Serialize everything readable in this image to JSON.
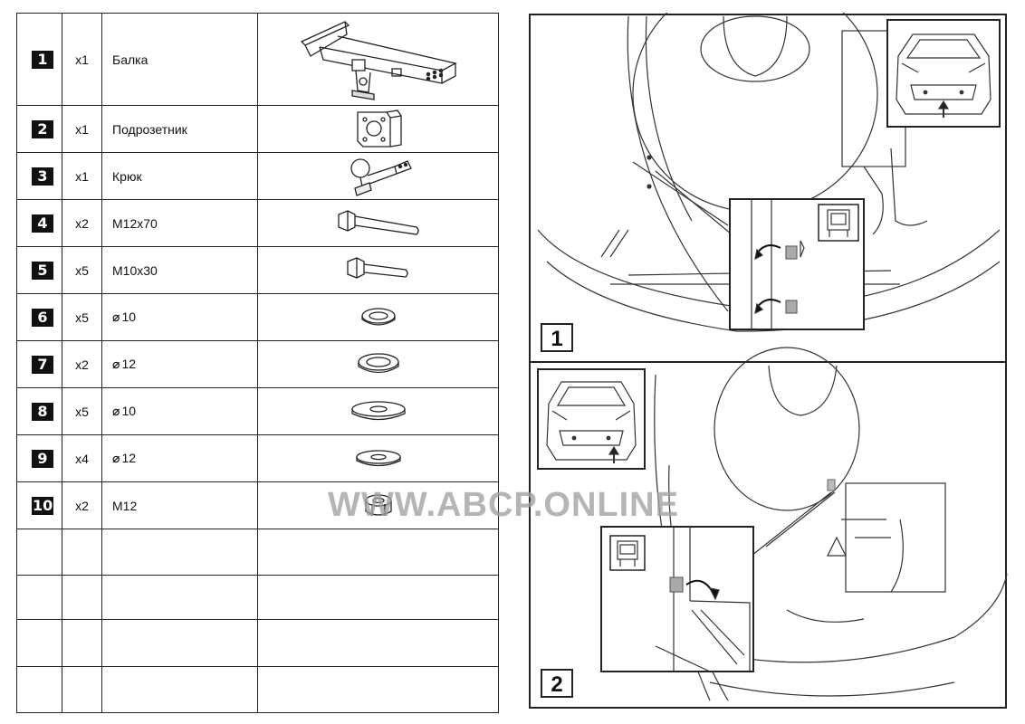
{
  "parts": [
    {
      "num": "1",
      "qty": "x1",
      "name": "Балка",
      "icon": "tow-beam-icon"
    },
    {
      "num": "2",
      "qty": "x1",
      "name": "Подрозетник",
      "icon": "socket-bracket-icon"
    },
    {
      "num": "3",
      "qty": "x1",
      "name": "Крюк",
      "icon": "tow-hook-icon"
    },
    {
      "num": "4",
      "qty": "x2",
      "name": "M12x70",
      "icon": "long-bolt-icon"
    },
    {
      "num": "5",
      "qty": "x5",
      "name": "M10x30",
      "icon": "short-bolt-icon"
    },
    {
      "num": "6",
      "qty": "x5",
      "dia": "⌀",
      "name": "10",
      "icon": "spring-washer-icon"
    },
    {
      "num": "7",
      "qty": "x2",
      "dia": "⌀",
      "name": "12",
      "icon": "spring-washer-icon"
    },
    {
      "num": "8",
      "qty": "x5",
      "dia": "⌀",
      "name": "10",
      "icon": "flat-washer-icon"
    },
    {
      "num": "9",
      "qty": "x4",
      "dia": "⌀",
      "name": "12",
      "icon": "flat-washer-icon"
    },
    {
      "num": "10",
      "qty": "x2",
      "name": "M12",
      "icon": "nut-icon"
    }
  ],
  "steps": [
    {
      "label": "1"
    },
    {
      "label": "2"
    }
  ],
  "watermark": "WWW.ABCP.ONLINE"
}
